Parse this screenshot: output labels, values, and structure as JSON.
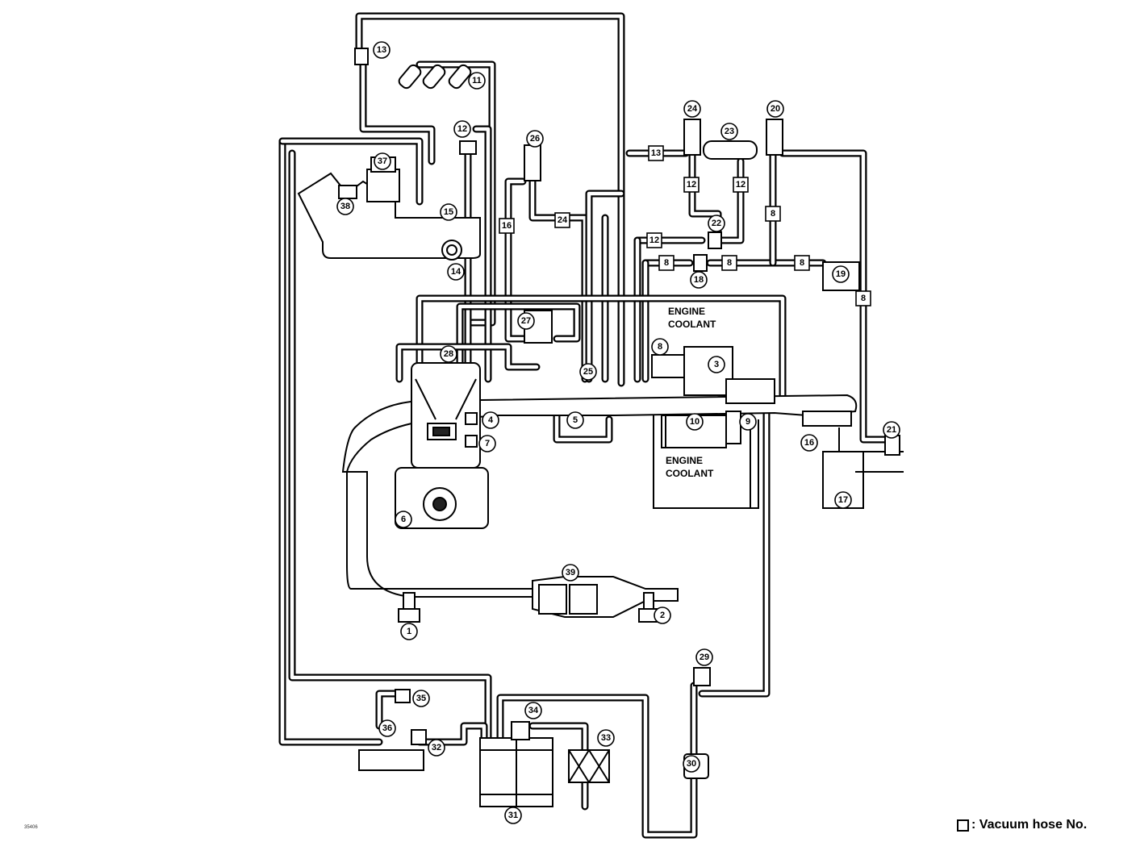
{
  "labels": {
    "engine_coolant_top_1": "ENGINE",
    "engine_coolant_top_2": "COOLANT",
    "engine_coolant_bottom_1": "ENGINE",
    "engine_coolant_bottom_2": "COOLANT"
  },
  "legend": {
    "text": ": Vacuum hose No."
  },
  "drawing_code": "35406",
  "callouts": [
    {
      "n": "1"
    },
    {
      "n": "2"
    },
    {
      "n": "3"
    },
    {
      "n": "4"
    },
    {
      "n": "5"
    },
    {
      "n": "6"
    },
    {
      "n": "7"
    },
    {
      "n": "8"
    },
    {
      "n": "9"
    },
    {
      "n": "10"
    },
    {
      "n": "11"
    },
    {
      "n": "12"
    },
    {
      "n": "13"
    },
    {
      "n": "14"
    },
    {
      "n": "15"
    },
    {
      "n": "16"
    },
    {
      "n": "17"
    },
    {
      "n": "18"
    },
    {
      "n": "19"
    },
    {
      "n": "20"
    },
    {
      "n": "21"
    },
    {
      "n": "22"
    },
    {
      "n": "23"
    },
    {
      "n": "24"
    },
    {
      "n": "25"
    },
    {
      "n": "26"
    },
    {
      "n": "27"
    },
    {
      "n": "28"
    },
    {
      "n": "29"
    },
    {
      "n": "30"
    },
    {
      "n": "31"
    },
    {
      "n": "32"
    },
    {
      "n": "33"
    },
    {
      "n": "34"
    },
    {
      "n": "35"
    },
    {
      "n": "36"
    },
    {
      "n": "37"
    },
    {
      "n": "38"
    },
    {
      "n": "39"
    }
  ],
  "hoses": [
    {
      "n": "13"
    },
    {
      "n": "12"
    },
    {
      "n": "12"
    },
    {
      "n": "8"
    },
    {
      "n": "24"
    },
    {
      "n": "16"
    },
    {
      "n": "12"
    },
    {
      "n": "8"
    },
    {
      "n": "8"
    },
    {
      "n": "8"
    },
    {
      "n": "8"
    }
  ]
}
